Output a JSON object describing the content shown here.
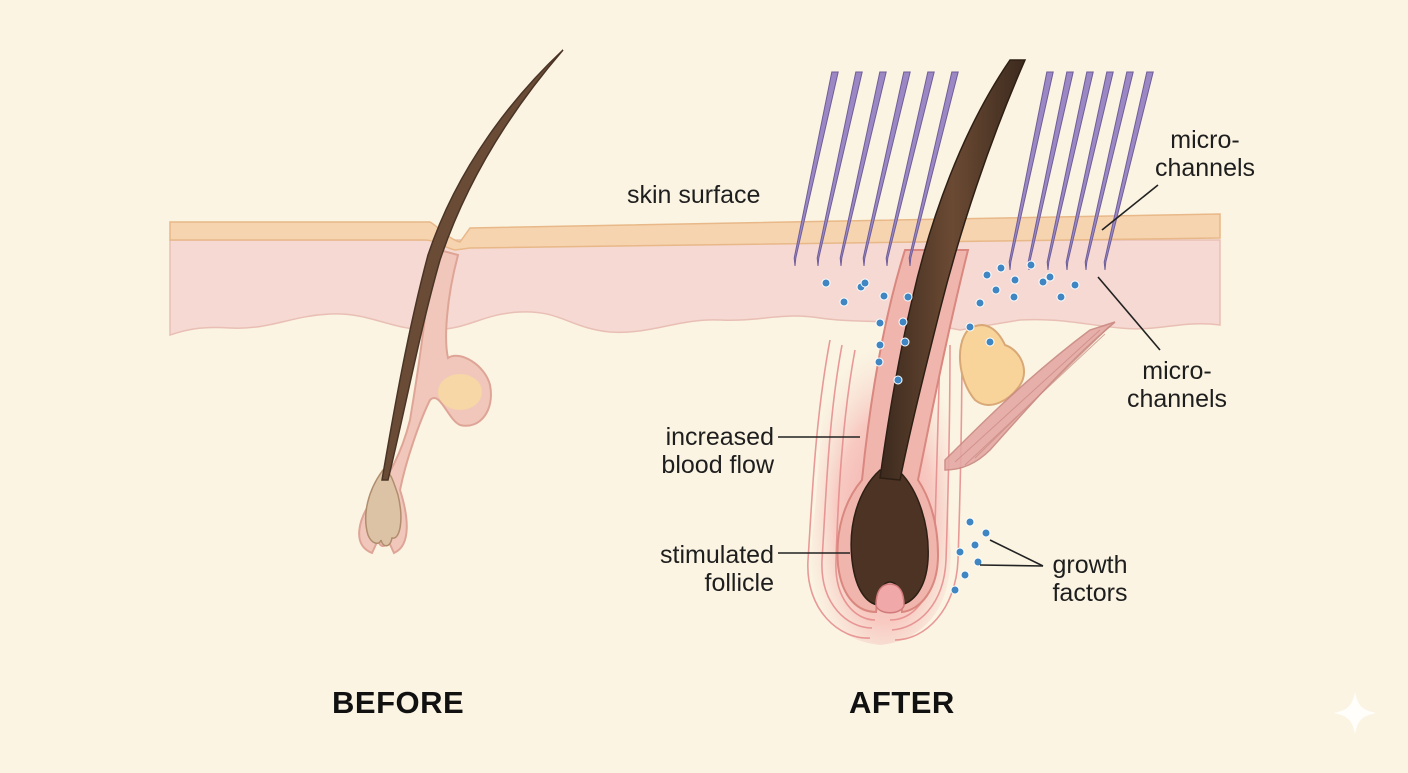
{
  "labels": {
    "skin_surface": "skin surface",
    "micro_channels_top": [
      "micro-",
      "channels"
    ],
    "micro_channels_right": [
      "micro-",
      "channels"
    ],
    "increased_blood_flow": [
      "increased",
      "blood flow"
    ],
    "stimulated_follicle": [
      "stimulated",
      "follicle"
    ],
    "growth_factors": [
      "growth",
      "factors"
    ]
  },
  "captions": {
    "before": "BEFORE",
    "after": "AFTER"
  },
  "colors": {
    "background": "#fbf4e2",
    "epidermis": "#f6d4b0",
    "dermis": "#f5d9d2",
    "hair_shaft": "#4a3426",
    "needles": "#9a87c3",
    "growth_factor_dots": "#3f86c2",
    "blood_flow": "#e06672"
  },
  "icons": {
    "watermark": "sparkle-icon"
  }
}
